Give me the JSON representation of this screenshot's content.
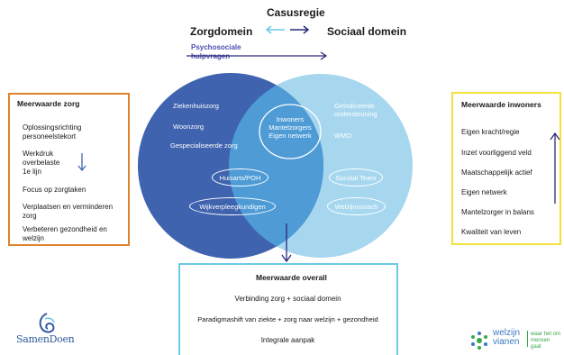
{
  "header": {
    "title": "Casusregie",
    "left_domain": "Zorgdomein",
    "right_domain": "Sociaal domein",
    "psychosocial": [
      "Psychosociale",
      "hulpvragen"
    ]
  },
  "left_box": {
    "title": "Meerwaarde zorg",
    "items": [
      [
        "Oplossingsrichting",
        "personeelstekort"
      ],
      [
        "Werkdruk",
        "overbelaste",
        "1e lijn"
      ],
      [
        "Focus op zorgtaken"
      ],
      [
        "Verplaatsen en verminderen",
        "zorg"
      ],
      [
        "Verbeteren gezondheid en",
        "welzijn"
      ]
    ]
  },
  "right_box": {
    "title": "Meerwaarde inwoners",
    "items": [
      "Eigen kracht/regie",
      "Inzet voorliggend veld",
      "Maatschappelijk actief",
      "Eigen netwerk",
      "Mantelzorger in balans",
      "Kwaliteit van leven"
    ]
  },
  "left_circle": {
    "items": [
      "Ziekenhuiszorg",
      "Woonzorg",
      "Gespecialiseerde zorg"
    ],
    "pills": [
      "Huisarts/POH",
      "Wijkverpleegkundigen"
    ]
  },
  "right_circle": {
    "items": [
      [
        "Geïndiceerde",
        "ondersteuning"
      ],
      [
        "WMO"
      ]
    ],
    "pills": [
      "Sociaal Team",
      "Welzijnscoach"
    ]
  },
  "center": {
    "lines": [
      "Inwoners",
      "Mantelzorgers",
      "Eigen netwerk"
    ]
  },
  "bottom_box": {
    "title": "Meerwaarde overall",
    "items": [
      "Verbinding zorg + sociaal domein",
      "Paradigmashift van ziekte + zorg naar welzijn + gezondheid",
      "Integrale aanpak"
    ]
  },
  "logos": {
    "left": "SamenDoen",
    "right_main": [
      "welzijn",
      "vianen"
    ],
    "right_tag": [
      "waar het om",
      "mensen gaat"
    ]
  },
  "colors": {
    "left_circle": "#3f63ae",
    "right_circle": "#a6d7ef",
    "overlap": "#4e9bd6",
    "orange": "#e0822a",
    "yellow": "#f3e23c",
    "cyan": "#6cc9e8",
    "arrow": "#2a2a7a"
  }
}
